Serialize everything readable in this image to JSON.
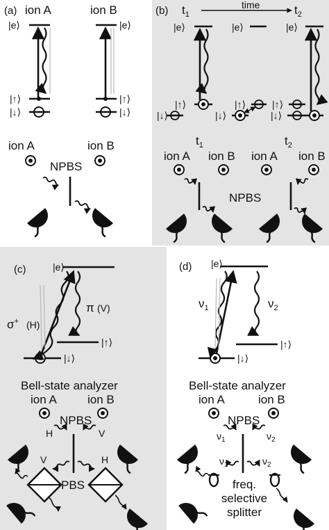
{
  "colors": {
    "panel_shade": "#e4e4e4",
    "ink": "#111111",
    "faint": "#b8b8b8"
  },
  "panel_a": {
    "tag": "(a)",
    "ion_a": "ion A",
    "ion_b": "ion B",
    "ket_e": "|e⟩",
    "ket_up": "|↑⟩",
    "ket_down": "|↓⟩",
    "ion_a_lower": "ion A",
    "ion_b_lower": "ion B",
    "npbs": "NPBS"
  },
  "panel_b": {
    "tag": "(b)",
    "t1": "t",
    "t1_sub": "1",
    "t2": "t",
    "t2_sub": "2",
    "time": "time",
    "ket_e": "|e⟩",
    "ket_up": "|↑⟩",
    "ket_down": "|↓⟩",
    "ion_a": "ion A",
    "ion_b": "ion B",
    "npbs": "NPBS"
  },
  "panel_c": {
    "tag": "(c)",
    "ket_e": "|e⟩",
    "ket_up": "|↑⟩",
    "ket_down": "|↓⟩",
    "sigma": "σ",
    "sigma_sup": "+",
    "sigma_pol": "(H)",
    "pi": "π",
    "pi_pol": "(V)",
    "analyzer": "Bell-state analyzer",
    "ion_a": "ion A",
    "ion_b": "ion B",
    "npbs": "NPBS",
    "h": "H",
    "v": "V",
    "pbs": "PBS"
  },
  "panel_d": {
    "tag": "(d)",
    "ket_e": "|e⟩",
    "ket_up": "|↑⟩",
    "ket_down": "|↓⟩",
    "nu": "ν",
    "sub1": "1",
    "sub2": "2",
    "analyzer": "Bell-state analyzer",
    "ion_a": "ion A",
    "ion_b": "ion B",
    "npbs": "NPBS",
    "splitter_1": "freq.",
    "splitter_2": "selective",
    "splitter_3": "splitter"
  }
}
